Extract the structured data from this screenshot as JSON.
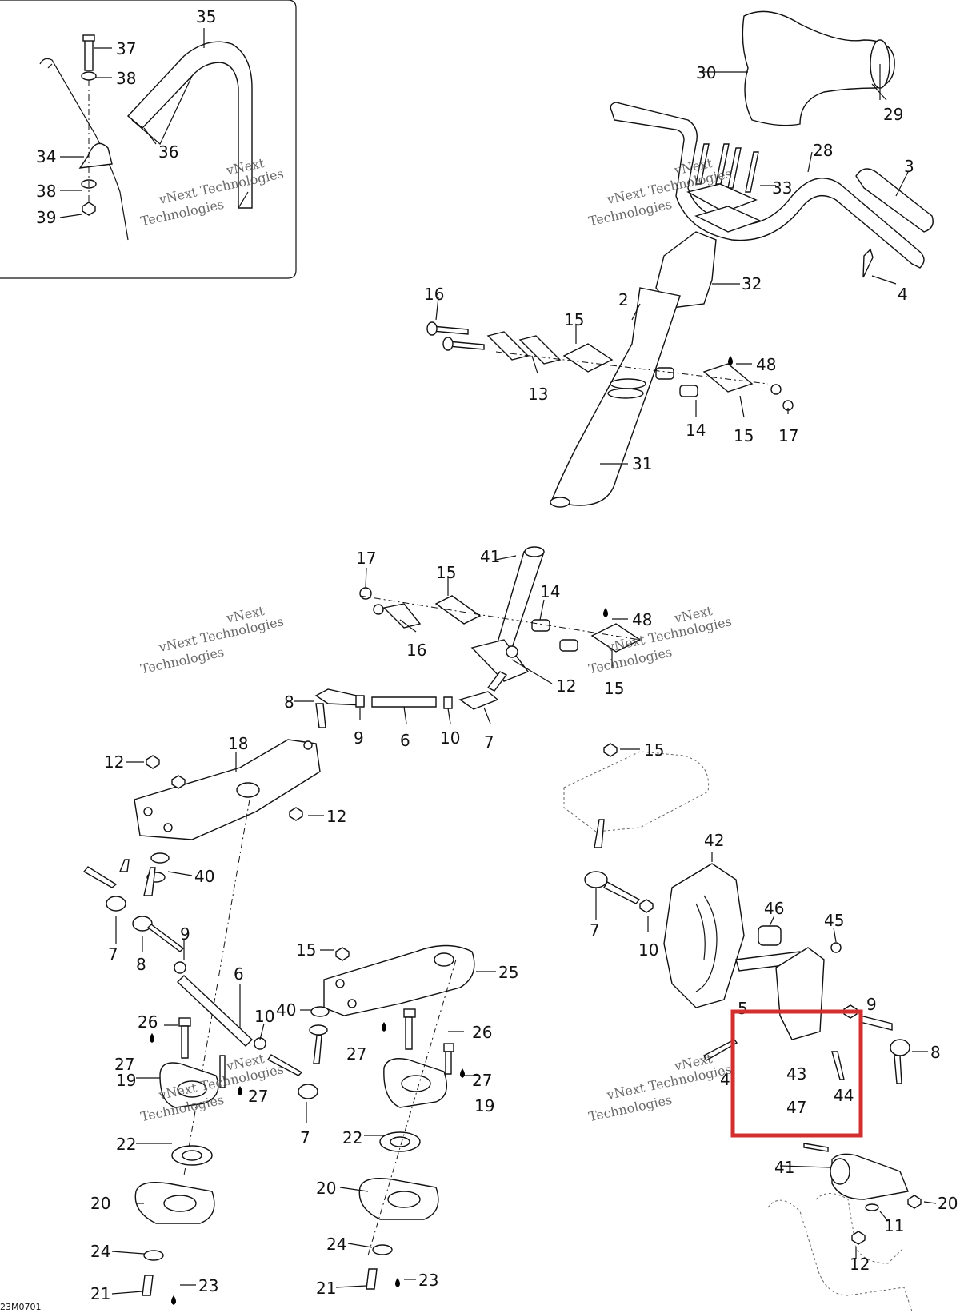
{
  "diagram_code": "23M0701",
  "watermark": {
    "line1": "vNext",
    "line2": "vNext Technologies",
    "line3": "Technologies"
  },
  "highlight_color": "#d32f2f",
  "labels": {
    "l35": "35",
    "l37": "37",
    "l38a": "38",
    "l34": "34",
    "l36": "36",
    "l38b": "38",
    "l39": "39",
    "l30": "30",
    "l29": "29",
    "l28": "28",
    "l3": "3",
    "l33": "33",
    "l32": "32",
    "l4": "4",
    "l16a": "16",
    "l15a": "15",
    "l2": "2",
    "l48a": "48",
    "l13": "13",
    "l14a": "14",
    "l15b": "15",
    "l17a": "17",
    "l31": "31",
    "l17b": "17",
    "l41a": "41",
    "l15c": "15",
    "l14b": "14",
    "l48b": "48",
    "l16b": "16",
    "l12a": "12",
    "l15d": "15",
    "l8a": "8",
    "l9a": "9",
    "l6a": "6",
    "l10a": "10",
    "l7a": "7",
    "l18": "18",
    "l12b": "12",
    "l12c": "12",
    "l40a": "40",
    "l7b": "7",
    "l8b": "8",
    "l9b": "9",
    "l6b": "6",
    "l15e": "15",
    "l25": "25",
    "l10b": "10",
    "l40b": "40",
    "l26a": "26",
    "l27a": "27",
    "l19a": "19",
    "l27b": "27",
    "l7c": "7",
    "l22a": "22",
    "l20a": "20",
    "l24a": "24",
    "l21a": "21",
    "l23a": "23",
    "l27c": "27",
    "l26b": "26",
    "l27d": "27",
    "l19b": "19",
    "l22b": "22",
    "l20b": "20",
    "l24b": "24",
    "l21b": "21",
    "l23b": "23",
    "l15f": "15",
    "l42": "42",
    "l7d": "7",
    "l10c": "10",
    "l46": "46",
    "l45": "45",
    "l5": "5",
    "l9c": "9",
    "l8c": "8",
    "l4b": "4",
    "l43": "43",
    "l44": "44",
    "l47": "47",
    "l41b": "41",
    "l20c": "20",
    "l11": "11",
    "l12d": "12"
  }
}
